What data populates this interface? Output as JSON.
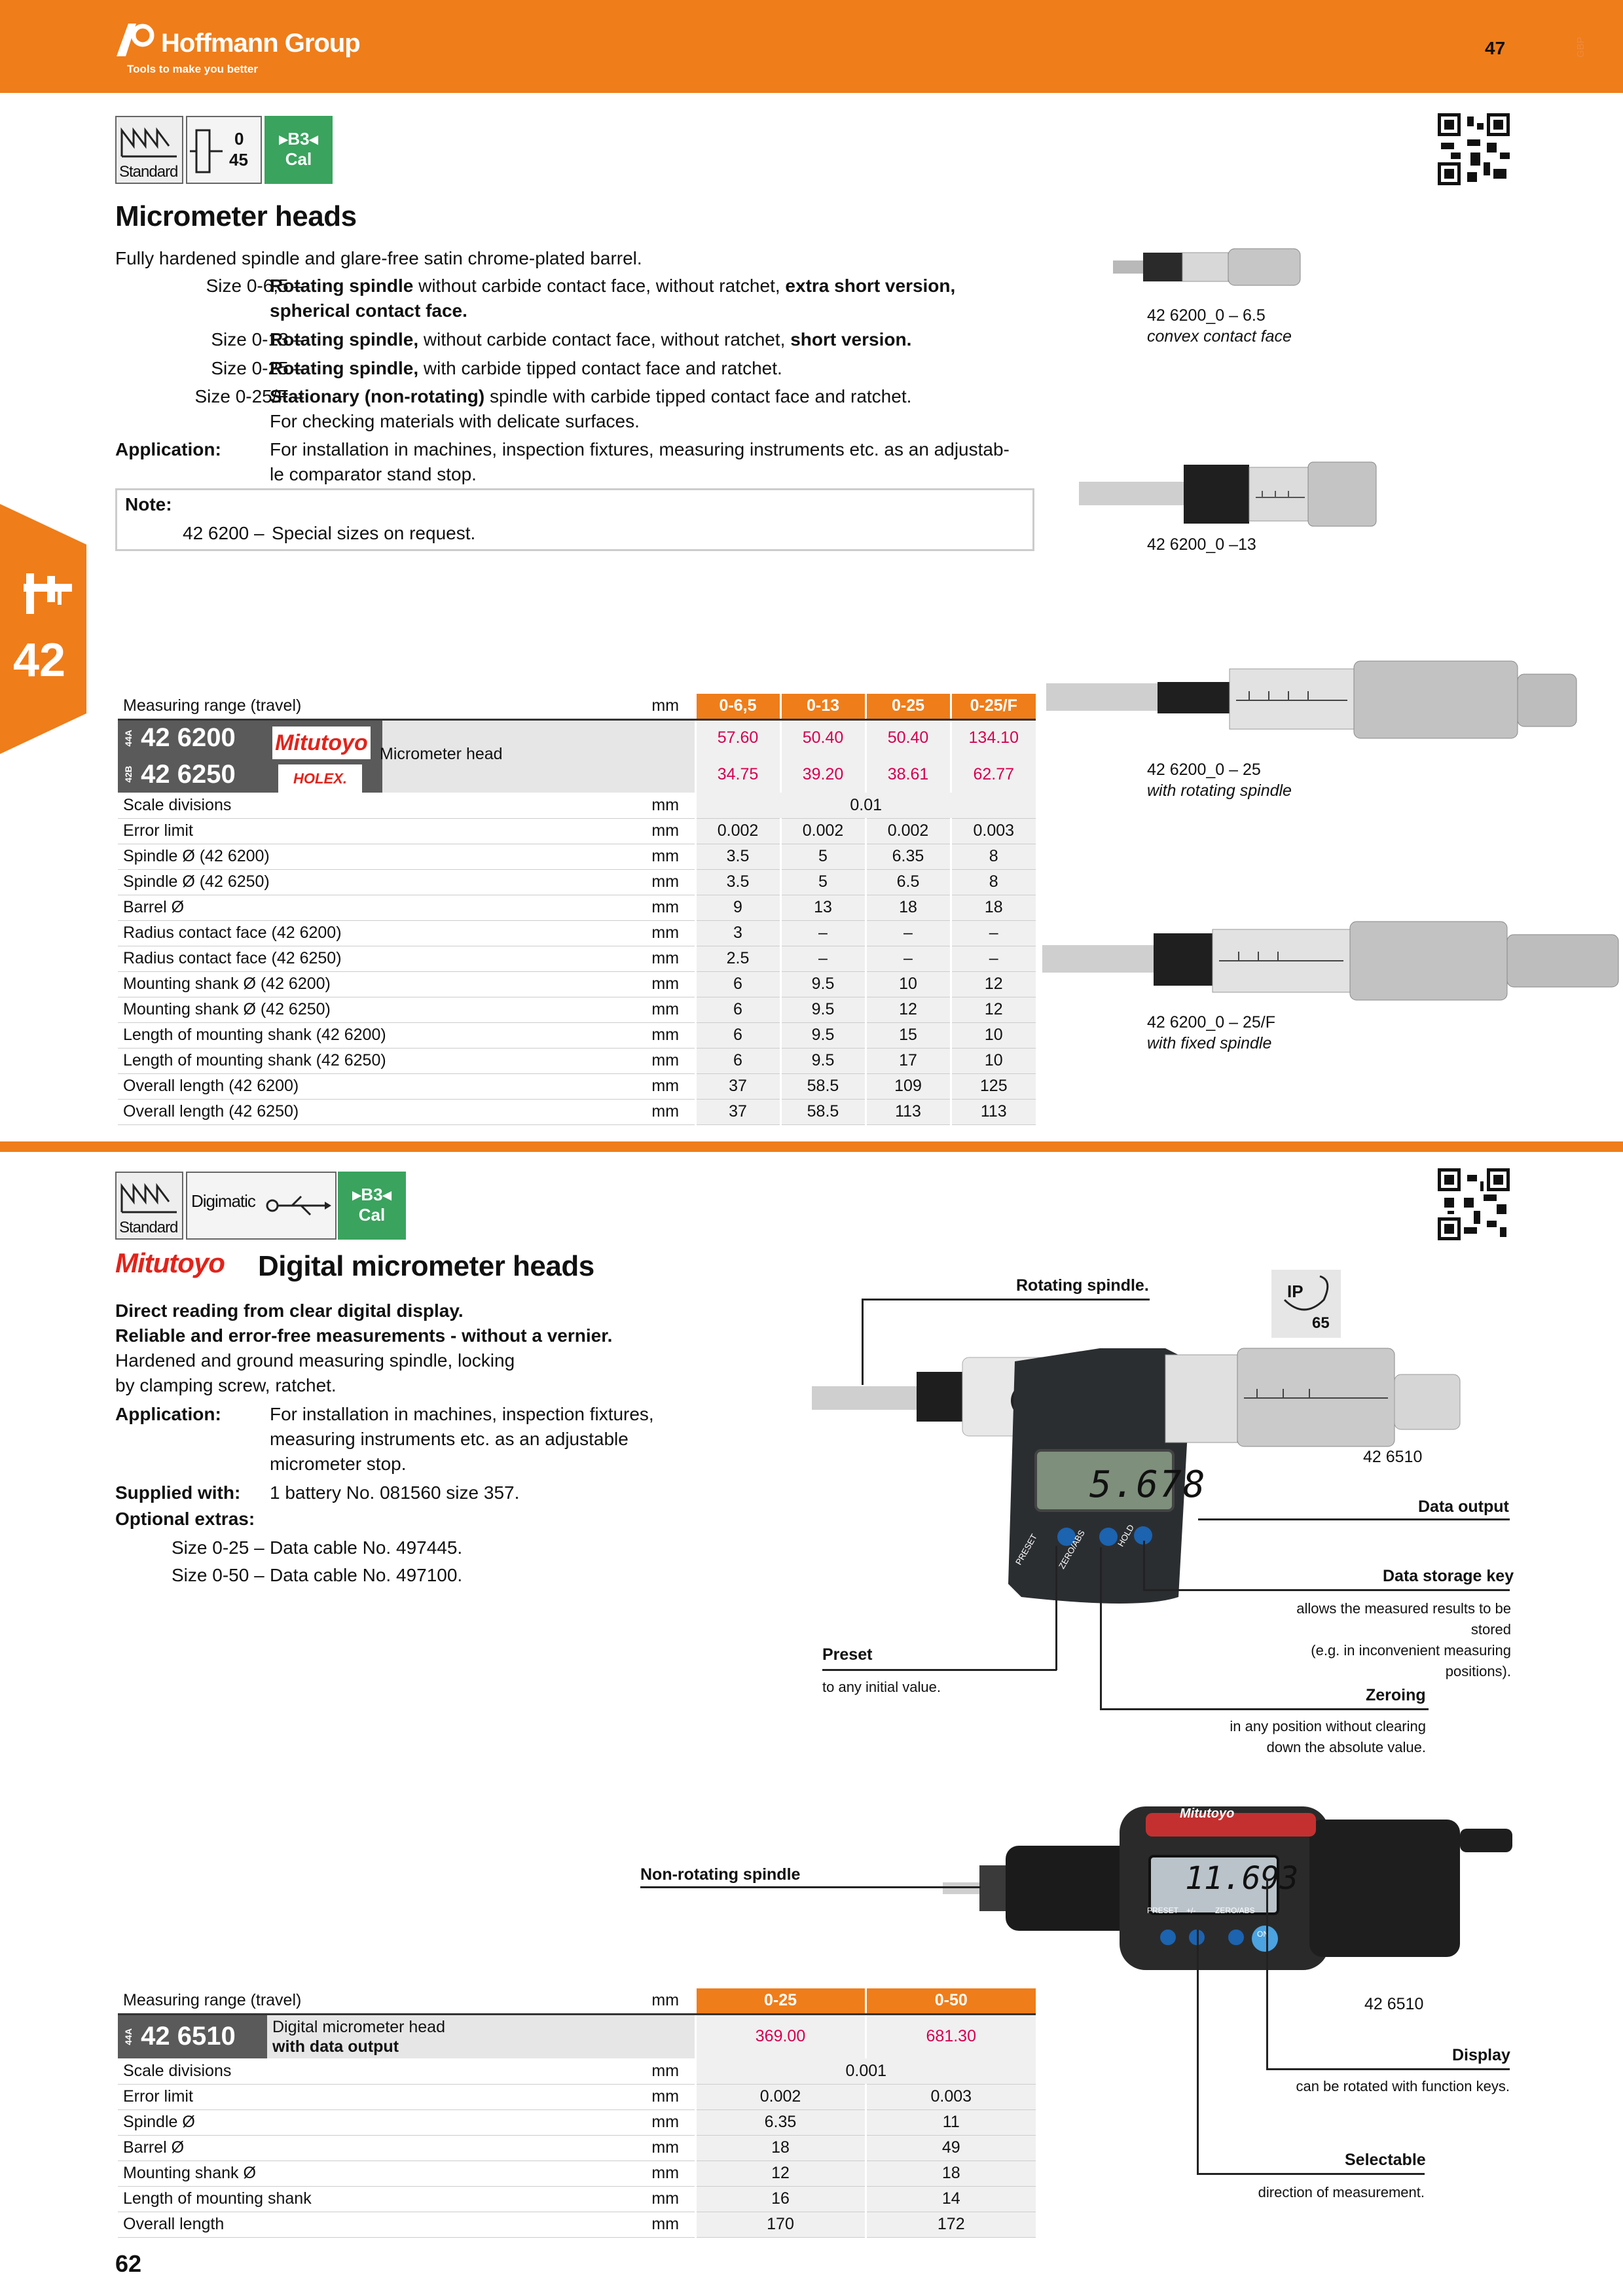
{
  "header": {
    "brand": "Hoffmann Group",
    "tagline": "Tools to make you better",
    "page_number_top": "47",
    "lang": "GBP"
  },
  "chapter": {
    "number": "42"
  },
  "sec1": {
    "picto": {
      "standard": "Standard",
      "range_top": "0",
      "range_bottom": "45",
      "cal_top": "B3",
      "cal_bottom": "Cal"
    },
    "title": "Micrometer heads",
    "intro": "Fully hardened spindle and glare-free satin chrome-plated barrel.",
    "sizes": [
      {
        "label": "Size 0-6,5 –",
        "bold1": "Rotating spindle",
        "rest1": " without carbide contact face, without ratchet, ",
        "bold2": "extra short version,",
        "line2": "spherical contact face."
      },
      {
        "label": "Size 0-13 –",
        "bold1": "Rotating spindle,",
        "rest1": " without carbide contact face, without ratchet, ",
        "bold2": "short version.",
        "line2": ""
      },
      {
        "label": "Size 0-25 –",
        "bold1": "Rotating spindle,",
        "rest1": " with carbide tipped contact face and ratchet.",
        "bold2": "",
        "line2": ""
      },
      {
        "label": "Size 0-25/F –",
        "bold1": "Stationary (non-rotating)",
        "rest1": " spindle with carbide tipped contact face and ratchet.",
        "bold2": "",
        "line2": "For checking materials with delicate surfaces."
      }
    ],
    "application_label": "Application:",
    "application_line1": "For installation in machines, inspection fixtures, measuring  instruments etc. as an adjustab-",
    "application_line2": "le comparator stand stop.",
    "note_label": "Note:",
    "note_code": "42 6200 –",
    "note_text": "Special sizes on request.",
    "images": [
      {
        "code": "42 6200_0 – 6.5",
        "caption": "convex contact face"
      },
      {
        "code": "42 6200_0 –13",
        "caption": ""
      },
      {
        "code": "42 6200_0 – 25",
        "caption": "with rotating spindle"
      },
      {
        "code": "42 6200_0 – 25/F",
        "caption": "with fixed spindle"
      }
    ],
    "table": {
      "range_label": "Measuring range (travel)",
      "unit": "mm",
      "columns": [
        "0-6,5",
        "0-13",
        "0-25",
        "0-25/F"
      ],
      "products": [
        {
          "tag": "44A",
          "number": "42 6200",
          "brand": "Mitutoyo",
          "prices": [
            "57.60",
            "50.40",
            "50.40",
            "134.10"
          ]
        },
        {
          "tag": "42B",
          "number": "42 6250",
          "brand": "HOLEX.",
          "prices": [
            "34.75",
            "39.20",
            "38.61",
            "62.77"
          ]
        }
      ],
      "product_desc": "Micrometer head",
      "scale_label": "Scale divisions",
      "scale_value": "0.01",
      "rows": [
        {
          "label": "Error limit",
          "unit": "mm",
          "values": [
            "0.002",
            "0.002",
            "0.002",
            "0.003"
          ]
        },
        {
          "label": "Spindle Ø (42 6200)",
          "unit": "mm",
          "values": [
            "3.5",
            "5",
            "6.35",
            "8"
          ]
        },
        {
          "label": "Spindle Ø (42 6250)",
          "unit": "mm",
          "values": [
            "3.5",
            "5",
            "6.5",
            "8"
          ]
        },
        {
          "label": "Barrel Ø",
          "unit": "mm",
          "values": [
            "9",
            "13",
            "18",
            "18"
          ]
        },
        {
          "label": "Radius contact face (42 6200)",
          "unit": "mm",
          "values": [
            "3",
            "–",
            "–",
            "–"
          ]
        },
        {
          "label": "Radius contact face (42 6250)",
          "unit": "mm",
          "values": [
            "2.5",
            "–",
            "–",
            "–"
          ]
        },
        {
          "label": "Mounting shank Ø (42 6200)",
          "unit": "mm",
          "values": [
            "6",
            "9.5",
            "10",
            "12"
          ]
        },
        {
          "label": "Mounting shank Ø (42 6250)",
          "unit": "mm",
          "values": [
            "6",
            "9.5",
            "12",
            "12"
          ]
        },
        {
          "label": "Length of mounting shank (42 6200)",
          "unit": "mm",
          "values": [
            "6",
            "9.5",
            "15",
            "10"
          ]
        },
        {
          "label": "Length of mounting shank (42 6250)",
          "unit": "mm",
          "values": [
            "6",
            "9.5",
            "17",
            "10"
          ]
        },
        {
          "label": "Overall length (42 6200)",
          "unit": "mm",
          "values": [
            "37",
            "58.5",
            "109",
            "125"
          ]
        },
        {
          "label": "Overall length (42 6250)",
          "unit": "mm",
          "values": [
            "37",
            "58.5",
            "113",
            "113"
          ]
        }
      ]
    }
  },
  "sec2": {
    "picto": {
      "standard": "Standard",
      "digimatic": "Digimatic",
      "cal_top": "B3",
      "cal_bottom": "Cal"
    },
    "brand": "Mitutoyo",
    "title": "Digital micrometer heads",
    "bold_lines": [
      "Direct reading from clear digital display.",
      "Reliable and error-free measurements - without a vernier."
    ],
    "lines": [
      "Hardened and ground measuring spindle, locking",
      "by clamping screw, ratchet."
    ],
    "application_label": "Application:",
    "application_lines": [
      "For installation in machines, inspection fixtures,",
      "measuring instruments etc. as an adjustable",
      "micrometer stop."
    ],
    "supplied_label": "Supplied with:",
    "supplied_text": "1 battery No. 081560 size 357.",
    "optional_label": "Optional extras:",
    "optional": [
      {
        "label": "Size 0-25 –",
        "text": "Data cable No. 497445."
      },
      {
        "label": "Size 0-50 –",
        "text": "Data cable No. 497100."
      }
    ],
    "ip": {
      "label": "IP",
      "value": "65"
    },
    "callouts": {
      "rotating": "Rotating spindle.",
      "code1": "42 6510",
      "data_output": "Data output",
      "data_storage": "Data storage key",
      "data_storage_desc1": "allows the measured results to be stored",
      "data_storage_desc2": "(e.g. in inconvenient measuring positions).",
      "preset": "Preset",
      "preset_desc": "to any initial value.",
      "zeroing": "Zeroing",
      "zeroing_desc1": "in any position without clearing",
      "zeroing_desc2": "down the absolute value.",
      "non_rotating": "Non-rotating spindle",
      "code2": "42 6510",
      "display": "Display",
      "display_desc": "can be rotated with function keys.",
      "selectable": "Selectable",
      "selectable_desc": "direction of measurement."
    },
    "lcd1": "5.678",
    "lcd2": "11.693",
    "buttons1": [
      "PRESET",
      "ZERO/ABS",
      "HOLD"
    ],
    "buttons2": [
      "PRESET",
      "+/-",
      "ZERO/ABS",
      "ON"
    ],
    "device_brand": "Mitutoyo",
    "table": {
      "range_label": "Measuring range (travel)",
      "unit": "mm",
      "columns": [
        "0-25",
        "0-50"
      ],
      "product": {
        "tag": "44A",
        "number": "42 6510",
        "desc1": "Digital micrometer head",
        "desc2": "with data output",
        "prices": [
          "369.00",
          "681.30"
        ]
      },
      "scale_label": "Scale divisions",
      "scale_value": "0.001",
      "rows": [
        {
          "label": "Error limit",
          "unit": "mm",
          "values": [
            "0.002",
            "0.003"
          ]
        },
        {
          "label": "Spindle Ø",
          "unit": "mm",
          "values": [
            "6.35",
            "11"
          ]
        },
        {
          "label": "Barrel Ø",
          "unit": "mm",
          "values": [
            "18",
            "49"
          ]
        },
        {
          "label": "Mounting shank Ø",
          "unit": "mm",
          "values": [
            "12",
            "18"
          ]
        },
        {
          "label": "Length of mounting shank",
          "unit": "mm",
          "values": [
            "16",
            "14"
          ]
        },
        {
          "label": "Overall length",
          "unit": "mm",
          "values": [
            "170",
            "172"
          ]
        }
      ]
    }
  },
  "footer": {
    "page_number": "62"
  },
  "colors": {
    "orange": "#ef7d1a",
    "price_red": "#d5004f",
    "cal_green": "#3aa35e",
    "mitutoyo_red": "#e2231a"
  }
}
